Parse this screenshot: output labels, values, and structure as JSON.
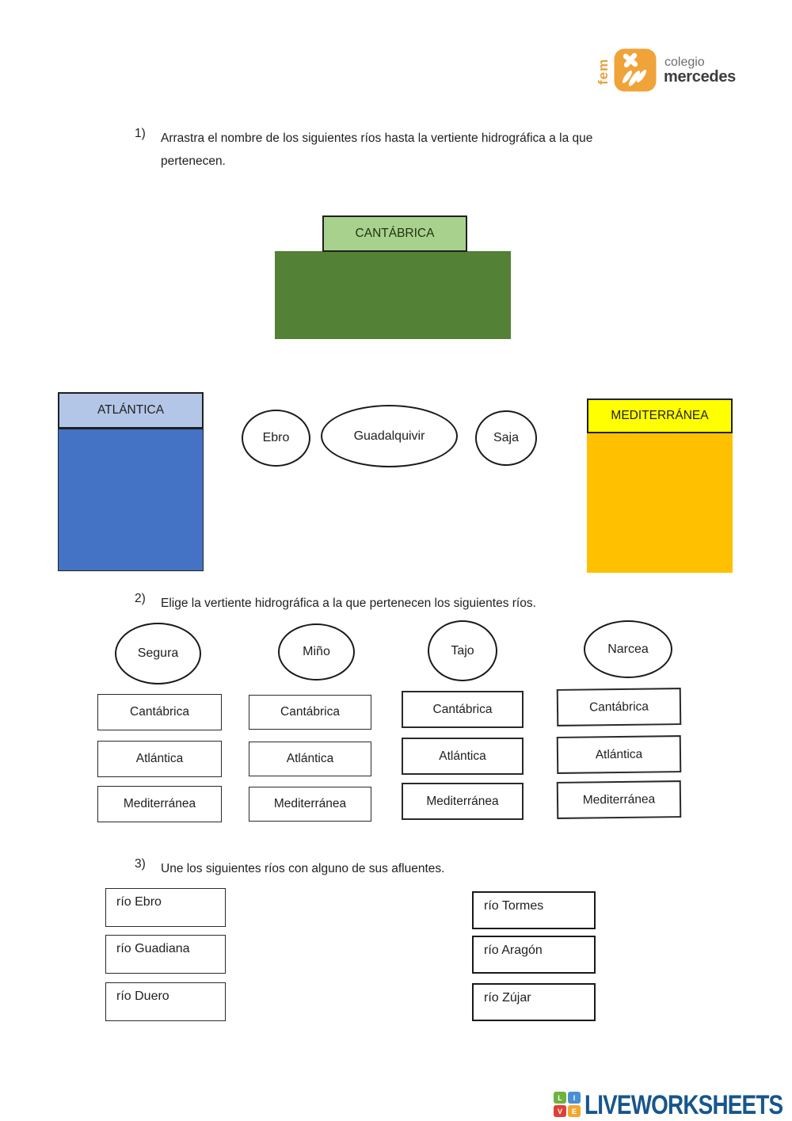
{
  "header": {
    "fem_text": "fem",
    "school_name_line1": "colegio",
    "school_name_line2": "mercedes",
    "logo_color": "#f0a339"
  },
  "q1": {
    "number": "1)",
    "text": "Arrastra el nombre de los siguientes ríos hasta la vertiente hidrográfica a la que pertenecen."
  },
  "basins": {
    "cantabrica": {
      "label": "CANTÁBRICA",
      "label_bg": "#a9d18e",
      "box_bg": "#538135"
    },
    "atlantica": {
      "label": "ATLÁNTICA",
      "label_bg": "#b4c6e7",
      "box_bg": "#4472c4"
    },
    "mediterranea": {
      "label": "MEDITERRÁNEA",
      "label_bg": "#ffff00",
      "box_bg": "#ffc000"
    }
  },
  "q1_rivers": [
    "Ebro",
    "Guadalquivir",
    "Saja"
  ],
  "q2": {
    "number": "2)",
    "text": "Elige la vertiente hidrográfica a la que pertenecen los siguientes ríos."
  },
  "q2_groups": [
    {
      "river": "Segura",
      "options": [
        "Cantábrica",
        "Atlántica",
        "Mediterránea"
      ]
    },
    {
      "river": "Miño",
      "options": [
        "Cantábrica",
        "Atlántica",
        "Mediterránea"
      ]
    },
    {
      "river": "Tajo",
      "options": [
        "Cantábrica",
        "Atlántica",
        "Mediterránea"
      ]
    },
    {
      "river": "Narcea",
      "options": [
        "Cantábrica",
        "Atlántica",
        "Mediterránea"
      ]
    }
  ],
  "q3": {
    "number": "3)",
    "text": "Une los siguientes ríos con alguno de sus afluentes."
  },
  "q3_left": [
    "río Ebro",
    "río Guadiana",
    "río Duero"
  ],
  "q3_right": [
    "río Tormes",
    "río Aragón",
    "río Zújar"
  ],
  "footer": {
    "brand": "LIVEWORKSHEETS",
    "brand_color": "#17568c",
    "icon_letters": [
      "L",
      "I",
      "V",
      "E"
    ],
    "icon_colors": [
      "#6cb33f",
      "#4a90d2",
      "#e04038",
      "#f0a830"
    ]
  }
}
